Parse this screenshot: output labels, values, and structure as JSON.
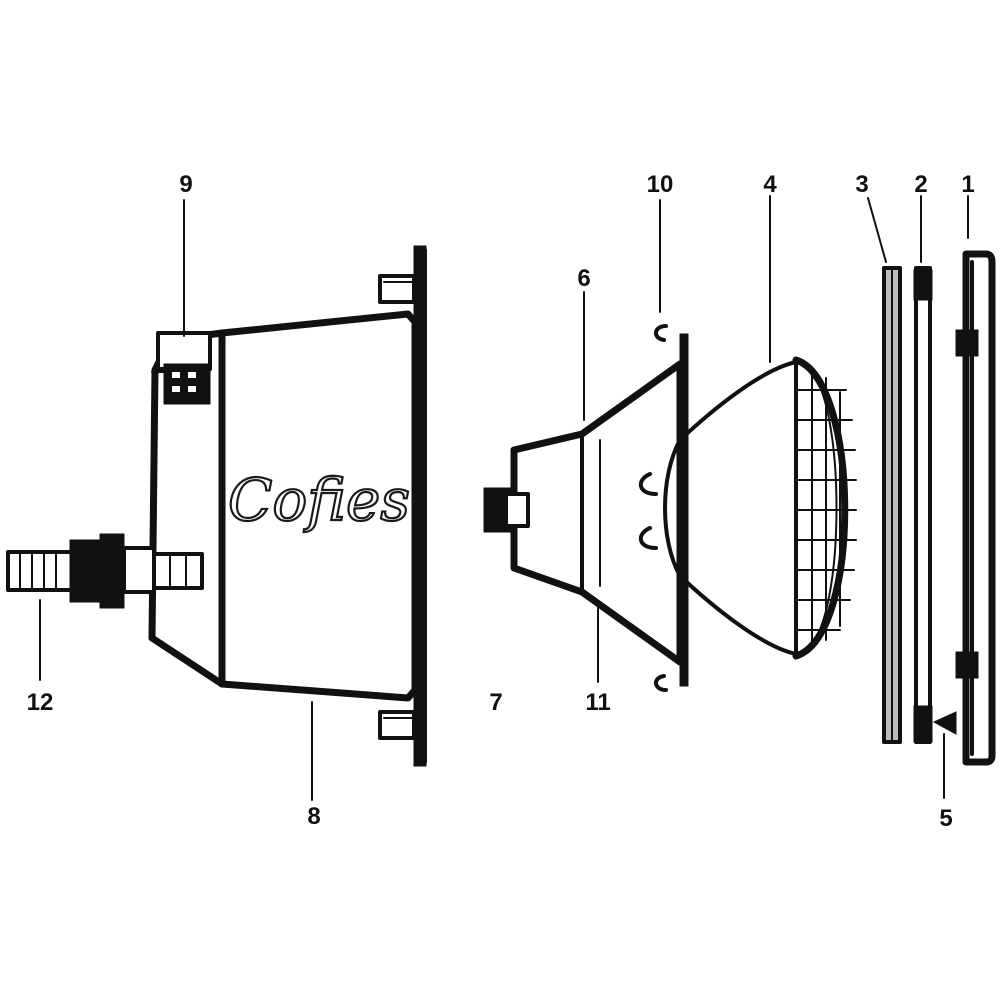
{
  "diagram": {
    "brand_logo": "Cofies",
    "callouts": [
      {
        "id": "1",
        "label": "1"
      },
      {
        "id": "2",
        "label": "2"
      },
      {
        "id": "3",
        "label": "3"
      },
      {
        "id": "4",
        "label": "4"
      },
      {
        "id": "5",
        "label": "5"
      },
      {
        "id": "6",
        "label": "6"
      },
      {
        "id": "7",
        "label": "7"
      },
      {
        "id": "8",
        "label": "8"
      },
      {
        "id": "9",
        "label": "9"
      },
      {
        "id": "10",
        "label": "10"
      },
      {
        "id": "11",
        "label": "11"
      },
      {
        "id": "12",
        "label": "12"
      }
    ],
    "colors": {
      "ink": "#111111",
      "paper": "#ffffff",
      "gasket": "#bdbdbd"
    }
  }
}
